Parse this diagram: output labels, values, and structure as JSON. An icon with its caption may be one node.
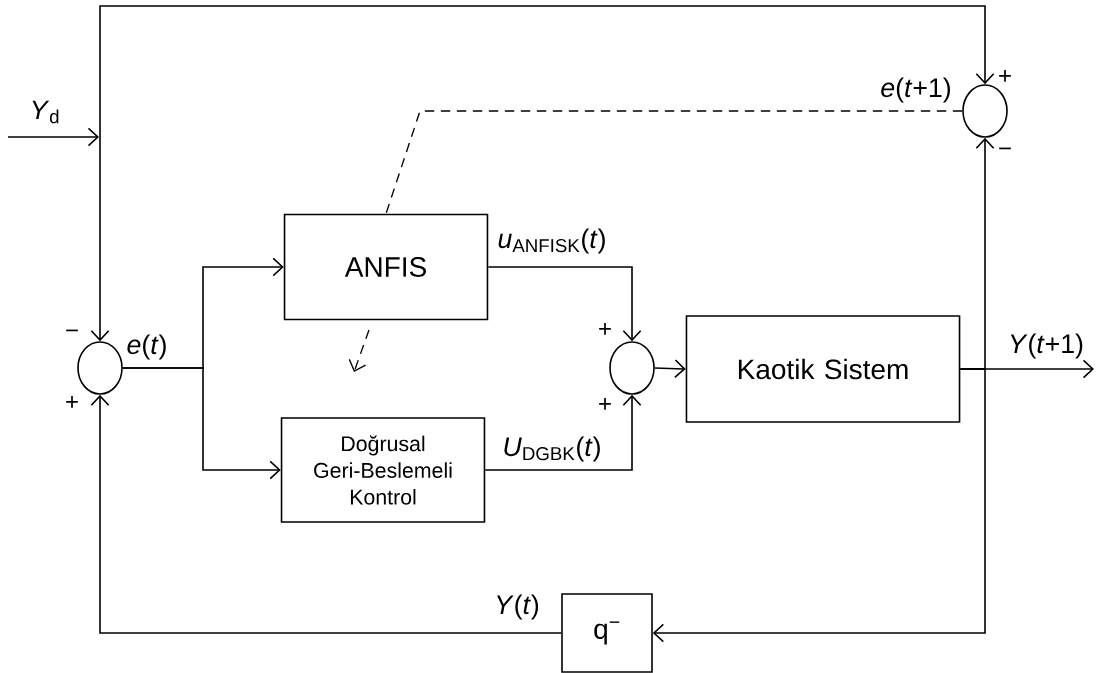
{
  "diagram": {
    "nodes": [
      {
        "text": [],
        "shape": "circle"
      },
      {
        "text": [
          "ANFIS"
        ]
      },
      {
        "text": [
          "Doğrusal Geri-Beslemeli Kontrol"
        ]
      },
      {
        "text": [],
        "shape": "circle"
      },
      {
        "text": [
          "Kaotik Sistem"
        ]
      },
      {
        "text": [],
        "shape": "circle"
      },
      {
        "text": [
          "q$^{−}$"
        ]
      }
    ],
    "edges": [
      {
        "from": null,
        "to": 0,
        "arrow": "to",
        "label": "*Y*$_{d}$"
      },
      {
        "from": null,
        "to": 5,
        "arrow": "to"
      },
      {
        "from": 0,
        "to": 1,
        "arrow": "to",
        "label": "*e*(*t*)"
      },
      {
        "from": 0,
        "to": 2,
        "arrow": "to"
      },
      {
        "from": 1,
        "to": 3,
        "arrow": "to",
        "label": "*u*$_{ANFISK}$(*t*)"
      },
      {
        "from": 2,
        "to": 3,
        "arrow": "to",
        "label": "*U*$_{DGBK}$(*t*)"
      },
      {
        "from": 3,
        "to": 4,
        "arrow": "to"
      },
      {
        "from": 4,
        "to": null,
        "arrow": "to",
        "label": "*Y*(*t*+1)"
      },
      {
        "from": 4,
        "to": 5,
        "arrow": "to"
      },
      {
        "from": 4,
        "to": 6,
        "arrow": "to"
      },
      {
        "from": 6,
        "to": 0,
        "arrow": "to",
        "label": "*Y*(*t*)"
      },
      {
        "from": 5,
        "to": 1,
        "arrow": "none",
        "style": "dashed",
        "label": "*e*(*t*+1)"
      }
    ],
    "labels": [
      "+",
      "−",
      "−",
      "+",
      "+",
      "+"
    ]
  }
}
